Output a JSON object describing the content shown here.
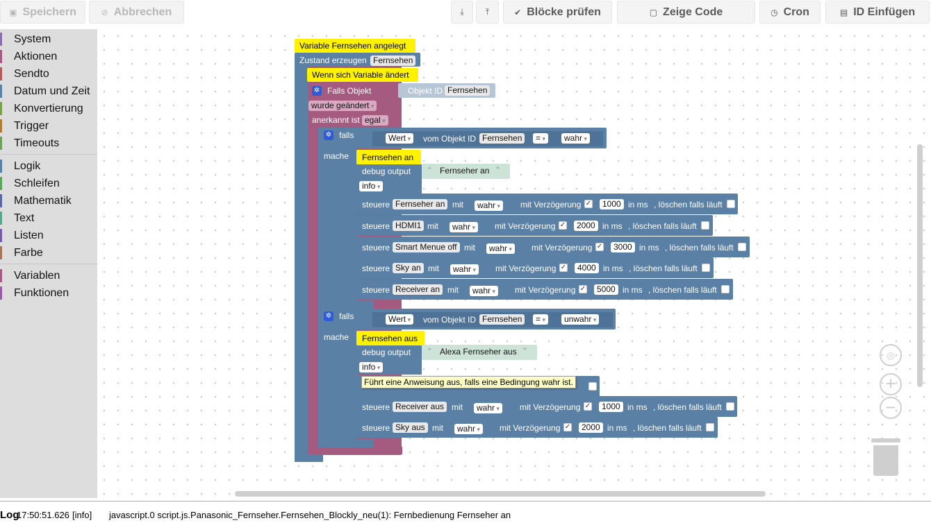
{
  "toolbar": {
    "save_label": "Speichern",
    "cancel_label": "Abbrechen",
    "check_label": "Blöcke prüfen",
    "code_label": "Zeige Code",
    "cron_label": "Cron",
    "id_label": "ID Einfügen"
  },
  "sidebar": {
    "items": [
      {
        "label": "System",
        "color": "#8c6eaa"
      },
      {
        "label": "Aktionen",
        "color": "#a55b80"
      },
      {
        "label": "Sendto",
        "color": "#b35a5a"
      },
      {
        "label": "Datum und Zeit",
        "color": "#5a80a5"
      },
      {
        "label": "Konvertierung",
        "color": "#7a9e4a"
      },
      {
        "label": "Trigger",
        "color": "#b07a3a"
      },
      {
        "label": "Timeouts",
        "color": "#6fa05a"
      },
      {
        "label": "Logik",
        "color": "#5b80a5"
      },
      {
        "label": "Schleifen",
        "color": "#5ba55b"
      },
      {
        "label": "Mathematik",
        "color": "#5b67a5"
      },
      {
        "label": "Text",
        "color": "#5ba58c"
      },
      {
        "label": "Listen",
        "color": "#745ba5"
      },
      {
        "label": "Farbe",
        "color": "#a5745b"
      },
      {
        "label": "Variablen",
        "color": "#a55b80"
      },
      {
        "label": "Funktionen",
        "color": "#9a5ba5"
      }
    ]
  },
  "blocks": {
    "comment1": "Variable Fernsehen angelegt",
    "create_state": "Zustand erzeugen",
    "create_state_name": "Fernsehen",
    "comment2": "Wenn sich Variable ändert",
    "if_object": "Falls Objekt",
    "object_id": "Objekt ID",
    "object_id_name": "Fernsehen",
    "changed": "wurde geändert",
    "ack_is": "anerkannt ist",
    "ack_val": "egal",
    "if1": {
      "falls": "falls",
      "wert": "Wert",
      "vom": "vom Objekt ID",
      "obj": "Fernsehen",
      "op": "=",
      "val": "wahr",
      "mache": "mache",
      "comment": "Fernsehen an",
      "debug": "debug output",
      "debug_text": "Fernseher an",
      "level": "info"
    },
    "if2": {
      "falls": "falls",
      "wert": "Wert",
      "vom": "vom Objekt ID",
      "obj": "Fernsehen",
      "op": "=",
      "val": "unwahr",
      "mache": "mache",
      "comment": "Fernsehen aus",
      "debug": "debug output",
      "debug_text": "Alexa Fernseher aus",
      "level": "info"
    },
    "control": "steuere",
    "mit": "mit",
    "delay": "mit Verzögerung",
    "in_ms": "in ms",
    "clear": ", löschen falls läuft",
    "rows1": [
      {
        "obj": "Fernseher an",
        "val": "wahr",
        "ms": "1000"
      },
      {
        "obj": "HDMI1",
        "val": "wahr",
        "ms": "2000"
      },
      {
        "obj": "Smart Menue off",
        "val": "wahr",
        "ms": "3000"
      },
      {
        "obj": "Sky an",
        "val": "wahr",
        "ms": "4000"
      },
      {
        "obj": "Receiver an",
        "val": "wahr",
        "ms": "5000"
      }
    ],
    "rows2": [
      {
        "obj": "Receiver aus",
        "val": "wahr",
        "ms": "1000"
      },
      {
        "obj": "Sky aus",
        "val": "wahr",
        "ms": "2000"
      }
    ]
  },
  "tooltip": "Führt eine Anweisung aus, falls eine Bedingung wahr ist.",
  "log": {
    "title": "Log",
    "time": "17:50:51.626",
    "level": "[info]",
    "message": "javascript.0 script.js.Panasonic_Fernseher.Fernsehen_Blockly_neu(1): Fernbedienung Fernseher an"
  },
  "colors": {
    "block_blue": "#5b80a5",
    "block_pink": "#a55b80",
    "comment_yellow": "#fff200",
    "text_green": "#cde3d8"
  }
}
